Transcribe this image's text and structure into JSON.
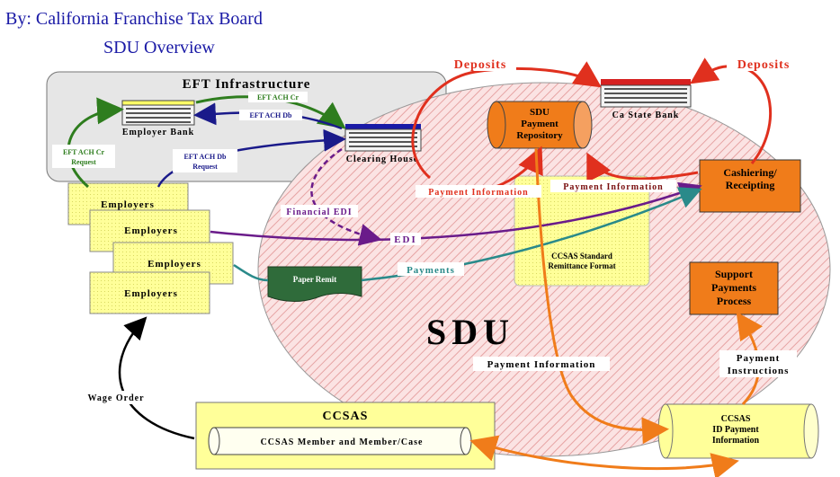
{
  "header": {
    "line1": "By: California Franchise Tax Board",
    "line2": "SDU Overview"
  },
  "eft": {
    "title": "EFT Infrastructure",
    "employer_bank": "Employer Bank",
    "clearing_house": "Clearing House",
    "eft_ach_cr": "EFT ACH Cr",
    "eft_ach_db": "EFT ACH Db",
    "eft_ach_cr_request_1": "EFT ACH Cr",
    "eft_ach_cr_request_2": "Request",
    "eft_ach_db_request_1": "EFT ACH Db",
    "eft_ach_db_request_2": "Request"
  },
  "employers": [
    "Employers",
    "Employers",
    "Employers",
    "Employers"
  ],
  "sdu": {
    "big_label": "SDU",
    "repository_1": "SDU",
    "repository_2": "Payment",
    "repository_3": "Repository",
    "state_bank": "Ca State Bank",
    "cashiering_1": "Cashiering/",
    "cashiering_2": "Receipting",
    "support_1": "Support",
    "support_2": "Payments",
    "support_3": "Process",
    "ccsas_std_1": "CCSAS Standard",
    "ccsas_std_2": "Remittance Format",
    "paper_remit": "Paper Remit"
  },
  "flows": {
    "deposits_left": "Deposits",
    "deposits_right": "Deposits",
    "payment_info_1": "Payment Information",
    "payment_info_2": "Payment Information",
    "payment_info_3": "Payment Information",
    "financial_edi": "Financial EDI",
    "edi": "EDI",
    "payments": "Payments",
    "payment_instructions_1": "Payment",
    "payment_instructions_2": "Instructions",
    "wage_order": "Wage Order"
  },
  "ccsas": {
    "title": "CCSAS",
    "member_case": "CCSAS Member and Member/Case",
    "id_payment_1": "CCSAS",
    "id_payment_2": "ID Payment",
    "id_payment_3": "Information"
  },
  "colors": {
    "header_blue": "#1a1aa6",
    "deposit_red": "#e0301e",
    "sdu_orange": "#f07c1a",
    "edi_purple": "#6a1b8a",
    "eft_green": "#2e7d1e",
    "payments_teal": "#2a8a8a",
    "yellow_fill": "#ffff99"
  }
}
